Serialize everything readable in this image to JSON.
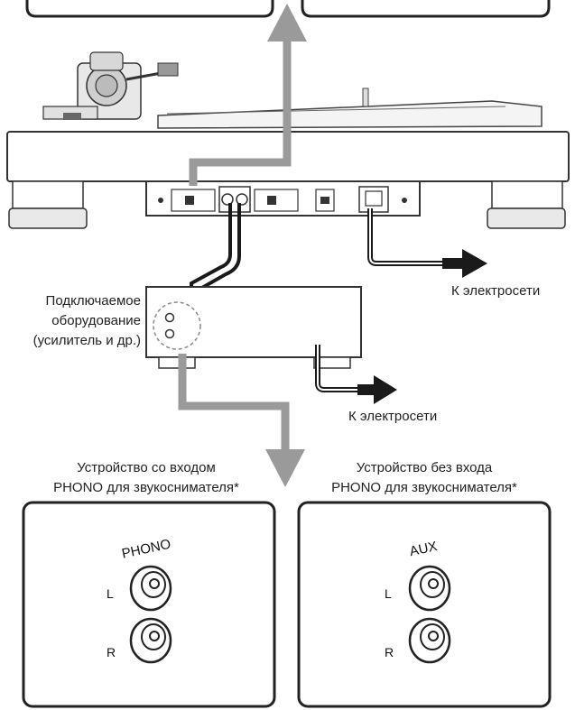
{
  "labels": {
    "equipment_line1": "Подключаемое",
    "equipment_line2": "оборудование",
    "equipment_line3": "(усилитель и др.)",
    "to_outlet_1": "К электросети",
    "to_outlet_2": "К электросети",
    "phono_device_line1": "Устройство со входом",
    "phono_device_line2": "PHONO для звукоснимателя*",
    "aux_device_line1": "Устройство без входа",
    "aux_device_line2": "PHONO для звукоснимателя*"
  },
  "phono_panel": {
    "title": "PHONO",
    "left": "L",
    "right": "R"
  },
  "aux_panel": {
    "title": "AUX",
    "left": "L",
    "right": "R"
  },
  "colors": {
    "line": "#1a1a1a",
    "arrow_gray": "#9a9a9a",
    "outline": "#222222"
  }
}
